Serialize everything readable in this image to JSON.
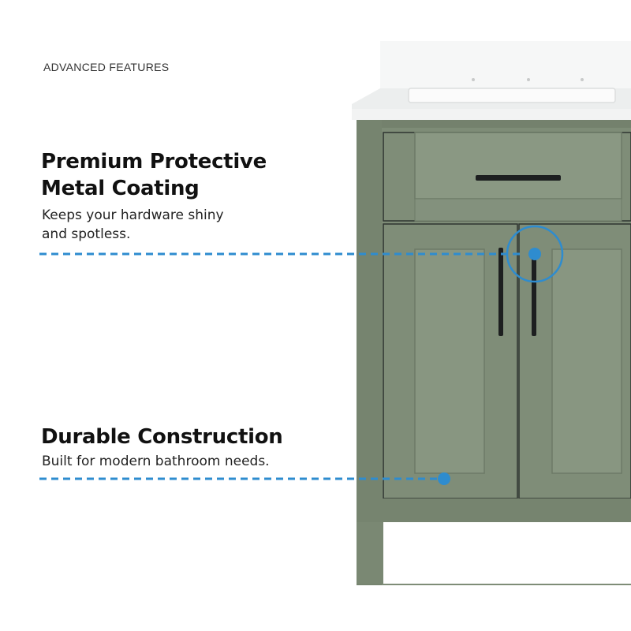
{
  "header": {
    "eyebrow": "ADVANCED FEATURES"
  },
  "features": [
    {
      "title": "Premium Protective Metal Coating",
      "description": "Keeps your hardware shiny and spotless."
    },
    {
      "title": "Durable Construction",
      "description": "Built for modern bathroom needs."
    }
  ],
  "colors": {
    "accent": "#2e8ccf",
    "cabinet": "#7f8d78",
    "cabinet_dark": "#6d7a67",
    "countertop": "#f4f5f5",
    "hardware": "#1d1f20"
  }
}
